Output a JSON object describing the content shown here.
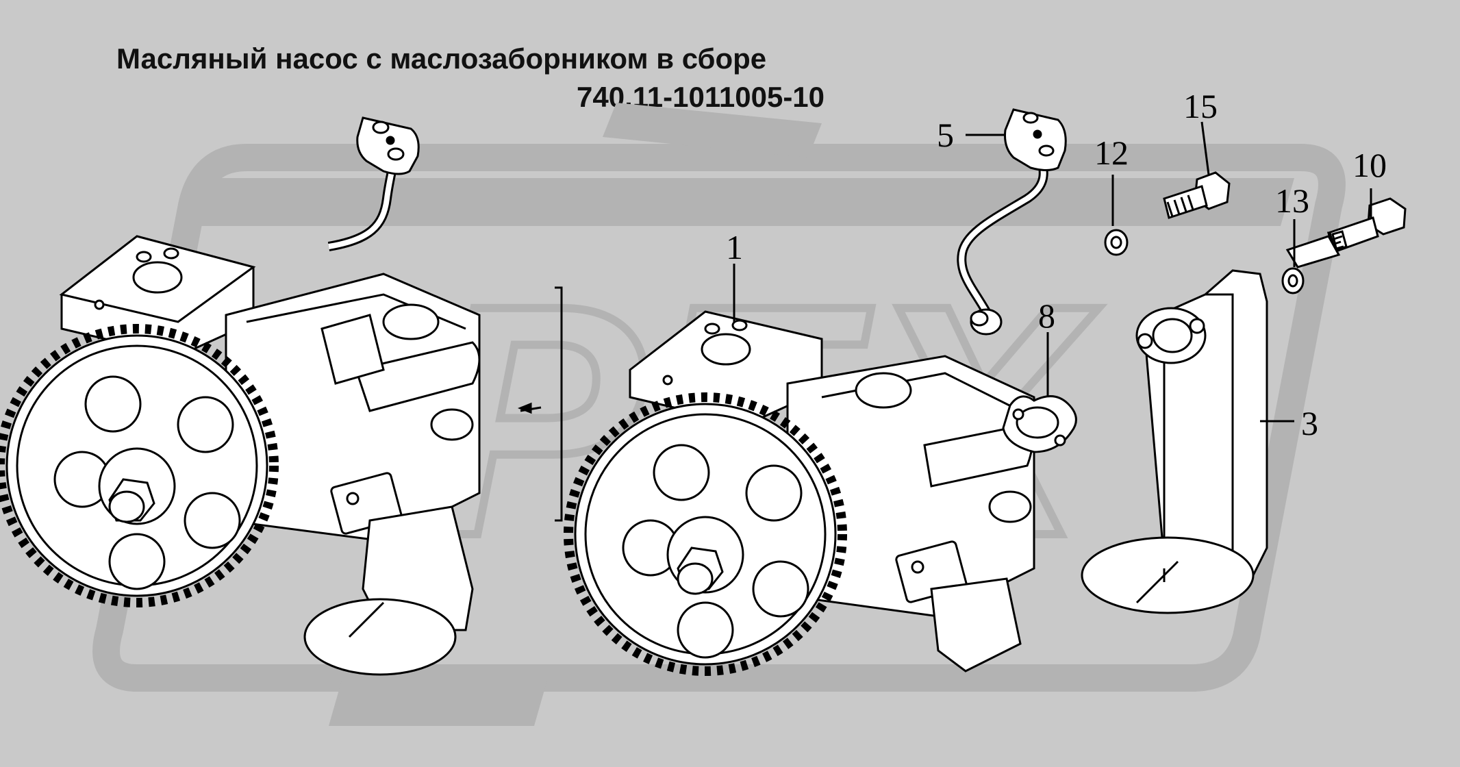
{
  "diagram": {
    "title": "Масляный насос с маслозаборником в сборе",
    "part_number": "740.11-1011005-10",
    "watermark": "PEX",
    "callouts": [
      "1",
      "3",
      "5",
      "8",
      "10",
      "12",
      "13",
      "15"
    ]
  },
  "colors": {
    "background": "#c9c9c9",
    "watermark": "#b3b3b3",
    "part_fill": "#ffffff",
    "line": "#000000"
  }
}
